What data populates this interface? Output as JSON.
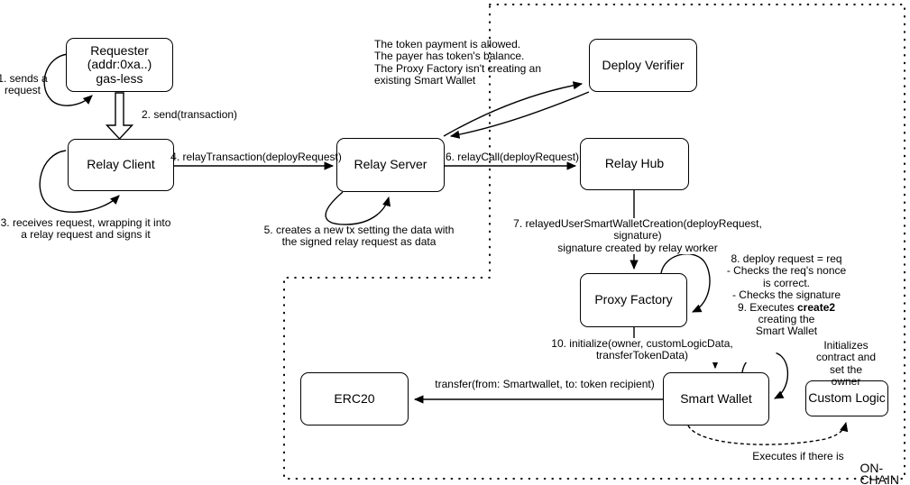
{
  "diagram": {
    "region_label": "ON-CHAIN",
    "nodes": {
      "requester": "Requester\n(addr:0xa..)\ngas-less",
      "relay_client": "Relay Client",
      "relay_server": "Relay Server",
      "deploy_verifier": "Deploy Verifier",
      "relay_hub": "Relay Hub",
      "proxy_factory": "Proxy Factory",
      "smart_wallet": "Smart Wallet",
      "erc20": "ERC20",
      "custom_logic": "Custom Logic"
    },
    "labels": {
      "step1": "1. sends a\nrequest",
      "step2": "2. send(transaction)",
      "step3": "3. receives request, wrapping it into\na relay request and signs it",
      "step4": "4. relayTransaction(deployRequest)",
      "step5": "5. creates a new tx setting the data with\nthe signed relay request as data",
      "step6": "6. relayCall(deployRequest)",
      "step7": "7. relayedUserSmartWalletCreation(deployRequest, signature)\nsignature created by relay worker",
      "verifier_checks": "The token payment is allowed.\nThe payer has token's balance.\nThe Proxy Factory isn't creating an\nexisting Smart Wallet",
      "step8": "8. deploy request = req\n- Checks the req's nonce is correct.\n- Checks the signature",
      "step9_pre": "9. Executes ",
      "step9_bold": "create2",
      "step9_post": " creating the",
      "step9_tail": "Smart Wallet",
      "step10": "10. initialize(owner, customLogicData, transferTokenData)",
      "transfer": "transfer(from: Smartwallet, to: token recipient)",
      "initializes": "Initializes contract and\nset the owner",
      "executes": "Executes if there is"
    }
  }
}
